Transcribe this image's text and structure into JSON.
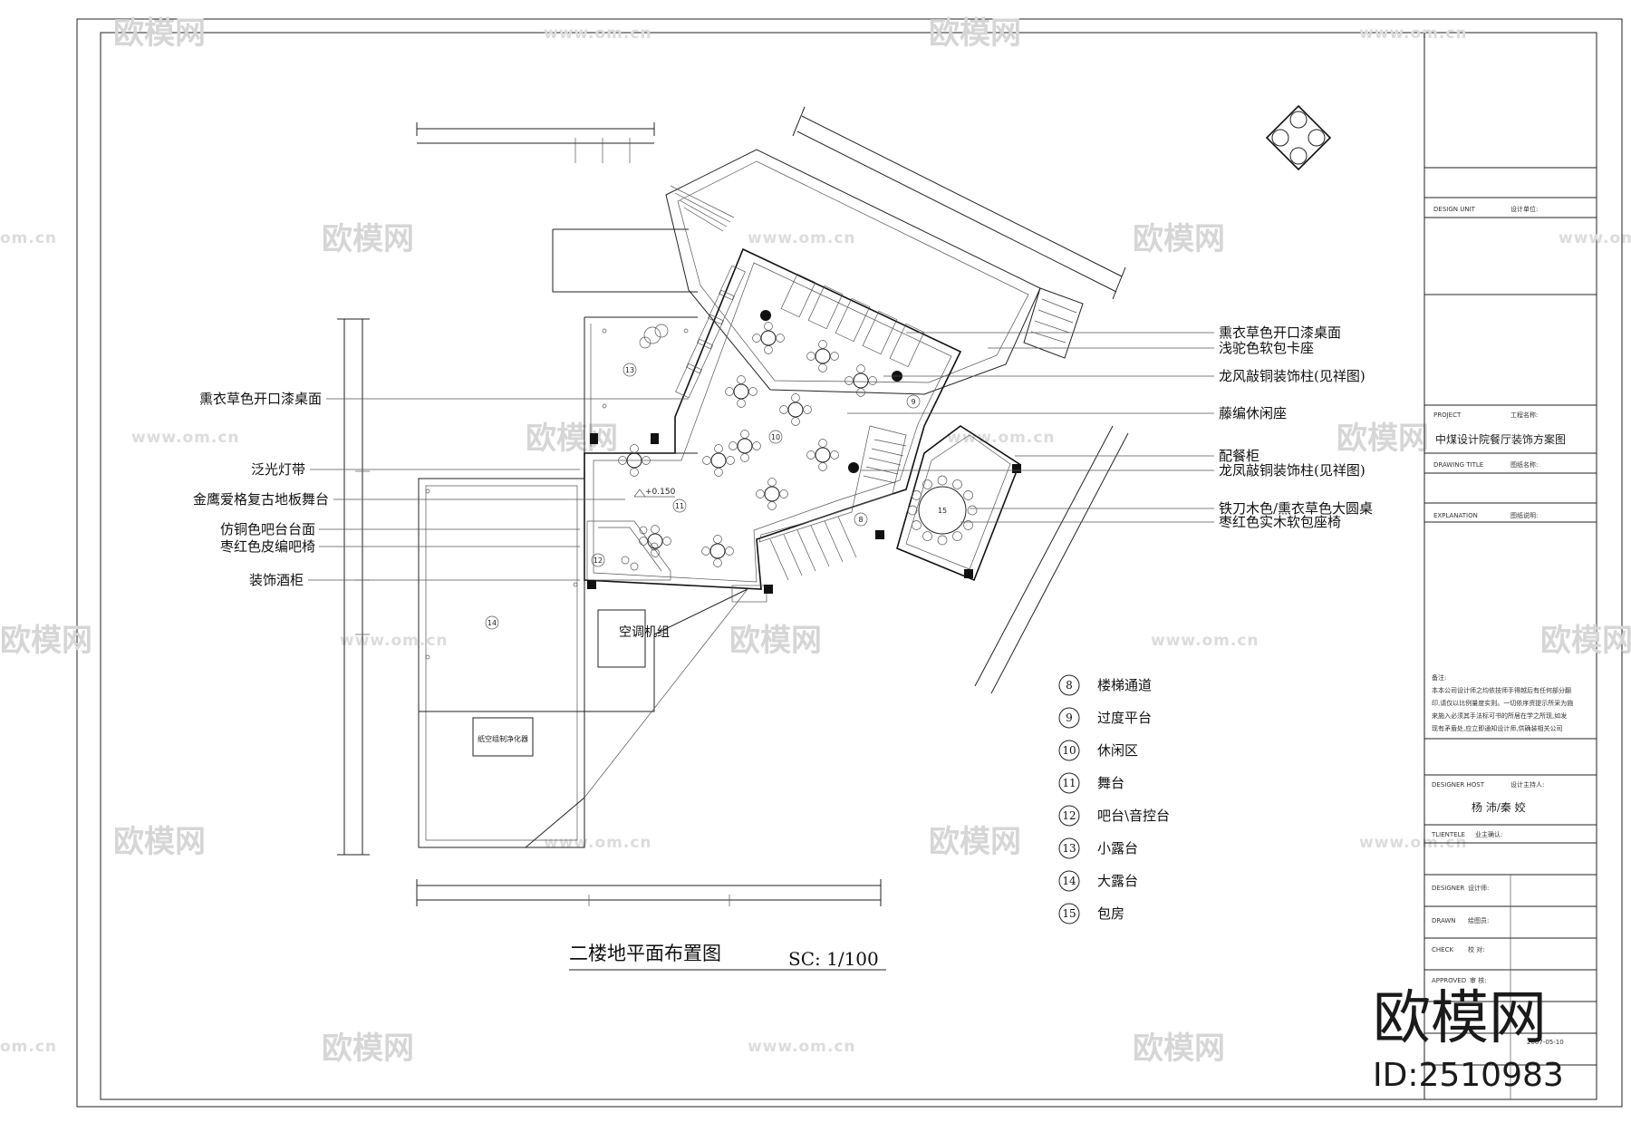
{
  "drawing": {
    "title": "二楼地平面布置图",
    "scale": "SC: 1/100",
    "elevation_mark": "+0.150",
    "ac_unit_label": "空调机组",
    "purifier_label": "纸空组制净化器"
  },
  "room_numbers": [
    "8",
    "9",
    "10",
    "11",
    "12",
    "13",
    "14",
    "15"
  ],
  "left_notes": [
    "熏衣草色开口漆桌面",
    "泛光灯带",
    "金鹰爱格复古地板舞台",
    "仿铜色吧台台面",
    "枣红色皮编吧椅",
    "装饰酒柜"
  ],
  "right_notes": [
    "熏衣草色开口漆桌面",
    "浅驼色软包卡座",
    "龙风敲铜装饰柱(见祥图)",
    "藤编休闲座",
    "配餐柜",
    "龙凤敲铜装饰柱(见祥图)",
    "铁刀木色/熏衣草色大圆桌",
    "枣红色实木软包座椅"
  ],
  "legend": [
    {
      "num": "8",
      "label": "楼梯通道"
    },
    {
      "num": "9",
      "label": "过度平台"
    },
    {
      "num": "10",
      "label": "休闲区"
    },
    {
      "num": "11",
      "label": "舞台"
    },
    {
      "num": "12",
      "label": "吧台\\音控台"
    },
    {
      "num": "13",
      "label": "小露台"
    },
    {
      "num": "14",
      "label": "大露台"
    },
    {
      "num": "15",
      "label": "包房"
    }
  ],
  "title_block": {
    "design_unit": "DESIGN UNIT",
    "design_unit_cn": "设计单位:",
    "project": "PROJECT",
    "project_cn": "工程名称:",
    "project_value": "中煤设计院餐厅装饰方案图",
    "drawing_title": "DRAWING TITLE",
    "drawing_title_cn": "图纸名称:",
    "explanation": "EXPLANATION",
    "explanation_cn": "图纸说明:",
    "remarks_title": "备注:",
    "remarks": [
      "本本公司设计师之均依技师手得越后有任何部分翻",
      "印,请仅以比例量度实则。一切依序资提示所采为施",
      "来施入必须其手法标可书的所居在学之所现,如发",
      "现有矛盾处,应立即通知设计师,供确装相关公司"
    ],
    "designer_host": "DESIGNER HOST",
    "designer_host_cn": "设计主持人:",
    "designer_host_value": "杨 沛/秦 姣",
    "client": "TLIENTELE",
    "client_cn": "业主确认:",
    "designer": "DESIGNER",
    "designer_cn": "设计师:",
    "drawn": "DRAWN",
    "drawn_cn": "绘图员:",
    "check": "CHECK",
    "check_cn": "校 对:",
    "approved": "APPROVED",
    "approved_cn": "审 核:",
    "date_value": "2007-05-10"
  },
  "watermark": {
    "brand": "欧模网",
    "url": "www.om.cn",
    "url_short": "om.cn",
    "corner_brand": "欧模网",
    "corner_id": "ID:2510983"
  }
}
